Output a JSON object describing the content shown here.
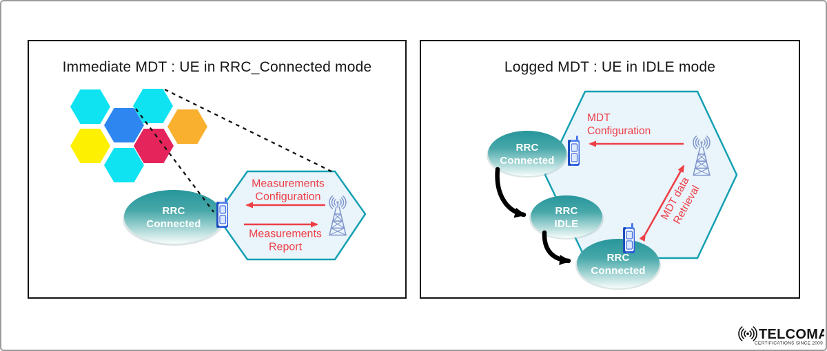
{
  "left_panel": {
    "title": "Immediate MDT : UE in RRC_Connected mode",
    "ue_state": {
      "line1": "RRC",
      "line2": "Connected"
    },
    "downlink_msg": {
      "line1": "Measurements",
      "line2": "Configuration"
    },
    "uplink_msg": {
      "line1": "Measurements",
      "line2": "Report"
    }
  },
  "right_panel": {
    "title": "Logged MDT : UE in IDLE mode",
    "state_connected_top": {
      "line1": "RRC",
      "line2": "Connected"
    },
    "state_idle": {
      "line1": "RRC",
      "line2": "IDLE"
    },
    "state_connected_bottom": {
      "line1": "RRC",
      "line2": "Connected"
    },
    "downlink_msg": {
      "line1": "MDT",
      "line2": "Configuration"
    },
    "retrieval_msg": {
      "line1": "MDT data",
      "line2": "Retrieval"
    }
  },
  "logo": {
    "brand": "TELCOMA",
    "tagline": "CERTIFICATIONS SINCE 2009"
  },
  "icons": [
    "radio-waves-icon",
    "cell-tower-icon",
    "mobile-phone-icon",
    "telcoma-logo"
  ],
  "colors": {
    "cell_cyan": "#0fe3f2",
    "cell_blue": "#2e86f0",
    "cell_yellow": "#fdf000",
    "cell_red": "#e5245c",
    "cell_orange": "#f9b02f",
    "hex_fill": "#e9f4fb",
    "hex_border": "#14a0b2",
    "arrow_red": "#ee3e46",
    "state_teal_top": "#27969c",
    "state_teal_bottom": "#f7fdfb",
    "tower_blue": "#8095cc",
    "black_arrow": "#000000"
  }
}
